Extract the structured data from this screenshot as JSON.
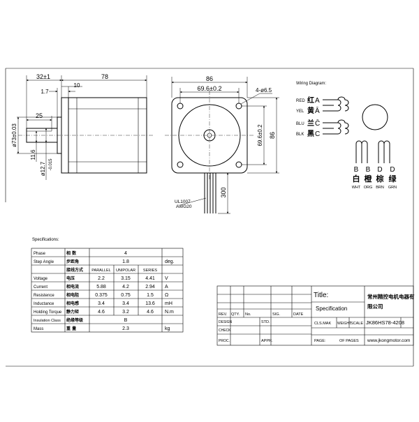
{
  "drawing": {
    "side_view": {
      "dim_shaft_len": "32±1",
      "dim_body_len": "78",
      "dim_flange": "1.7",
      "dim_flange_t": "10",
      "dim_flat": "25",
      "dim_pilot_dia": "ø73±0.03",
      "dim_flat_depth": "11.6",
      "dim_shaft_dia": "ø12.7",
      "dim_shaft_tol": "-0.015"
    },
    "front_view": {
      "dim_width": "86",
      "dim_hole_spacing_h": "69.6±0.2",
      "dim_holes": "4-ø6.5",
      "dim_hole_spacing_v": "69.6±0.2",
      "dim_height": "86",
      "dim_lead_len": "300",
      "lead_label_1": "UL1007",
      "lead_label_2": "AWG20"
    },
    "wiring": {
      "title": "Wiring Diagram:",
      "rows": [
        {
          "code": "RED",
          "cn": "红",
          "term": "A"
        },
        {
          "code": "YEL",
          "cn": "黄",
          "term": "Ā"
        },
        {
          "code": "BLU",
          "cn": "兰",
          "term": "C̄"
        },
        {
          "code": "BLK",
          "cn": "黑",
          "term": "C"
        }
      ],
      "bottom": [
        {
          "term": "B",
          "cn": "白",
          "code": "WHT"
        },
        {
          "term": "B",
          "cn": "橙",
          "code": "ORG"
        },
        {
          "term": "D",
          "cn": "棕",
          "code": "BRN"
        },
        {
          "term": "D",
          "cn": "绿",
          "code": "GRN"
        }
      ]
    }
  },
  "specs": {
    "title": "Specifications:",
    "rows": [
      {
        "label": "Phase",
        "cn": "相  数",
        "c1": "4",
        "unit": ""
      },
      {
        "label": "Step Angle",
        "cn": "步距角",
        "c1": "1.8",
        "unit": "deg."
      },
      {
        "label": "",
        "cn": "接线方式",
        "h1": "PARALLEL",
        "h2": "UNIPOLAR",
        "h3": "SERIES",
        "unit": ""
      },
      {
        "label": "Voltage",
        "cn": "电压",
        "v1": "2.2",
        "v2": "3.15",
        "v3": "4.41",
        "unit": "V"
      },
      {
        "label": "Current",
        "cn": "相电流",
        "v1": "5.88",
        "v2": "4.2",
        "v3": "2.94",
        "unit": "A"
      },
      {
        "label": "Resistence",
        "cn": "相电阻",
        "v1": "0.375",
        "v2": "0.75",
        "v3": "1.5",
        "unit": "Ω"
      },
      {
        "label": "Inductance",
        "cn": "相电感",
        "v1": "3.4",
        "v2": "3.4",
        "v3": "13.6",
        "unit": "mH"
      },
      {
        "label": "Holding Torque",
        "cn": "静力矩",
        "v1": "4.6",
        "v2": "3.2",
        "v3": "4.6",
        "unit": "N.m"
      },
      {
        "label": "Insulation Class",
        "cn": "绝缘等级",
        "c1": "B",
        "unit": ""
      },
      {
        "label": "Mass",
        "cn": "重  量",
        "c1": "2.3",
        "unit": "kg"
      }
    ]
  },
  "title_block": {
    "rev": "REV.",
    "qty": "QTY.",
    "no": "No.",
    "sig": "SIG.",
    "date": "DATE",
    "design": "DESIGN",
    "std": "STD.",
    "check": "CHECK",
    "proc": "PROC.",
    "appr": "APPR.",
    "title_label": "Title:",
    "title_value": "Specification",
    "company": "常州精控电机电器有限公司",
    "company_l1": "常州精控电机电器有",
    "company_l2": "限公司",
    "cls_mak": "CLS.MAK",
    "weight": "WEIGHT",
    "scale": "SCALE",
    "model": "JK86HS78-4208",
    "page": "PAGE:",
    "of_pages": "OF PAGES",
    "website": "www.jkongmotor.com"
  }
}
